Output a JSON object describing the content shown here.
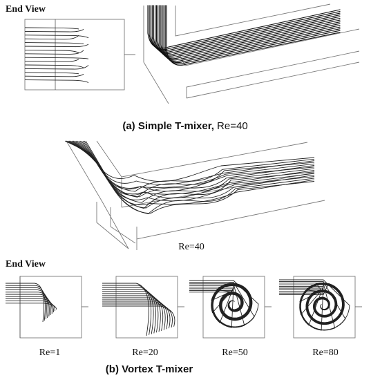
{
  "top": {
    "end_view_label": "End View",
    "caption_prefix": "(a) Simple T-mixer,",
    "caption_re": " Re=40"
  },
  "middle": {
    "re_label": "Re=40"
  },
  "bottom": {
    "end_view_label": "End View",
    "panels": [
      {
        "label": "Re=1"
      },
      {
        "label": "Re=20"
      },
      {
        "label": "Re=50"
      },
      {
        "label": "Re=80"
      }
    ],
    "caption": "(b) Vortex T-mixer"
  }
}
